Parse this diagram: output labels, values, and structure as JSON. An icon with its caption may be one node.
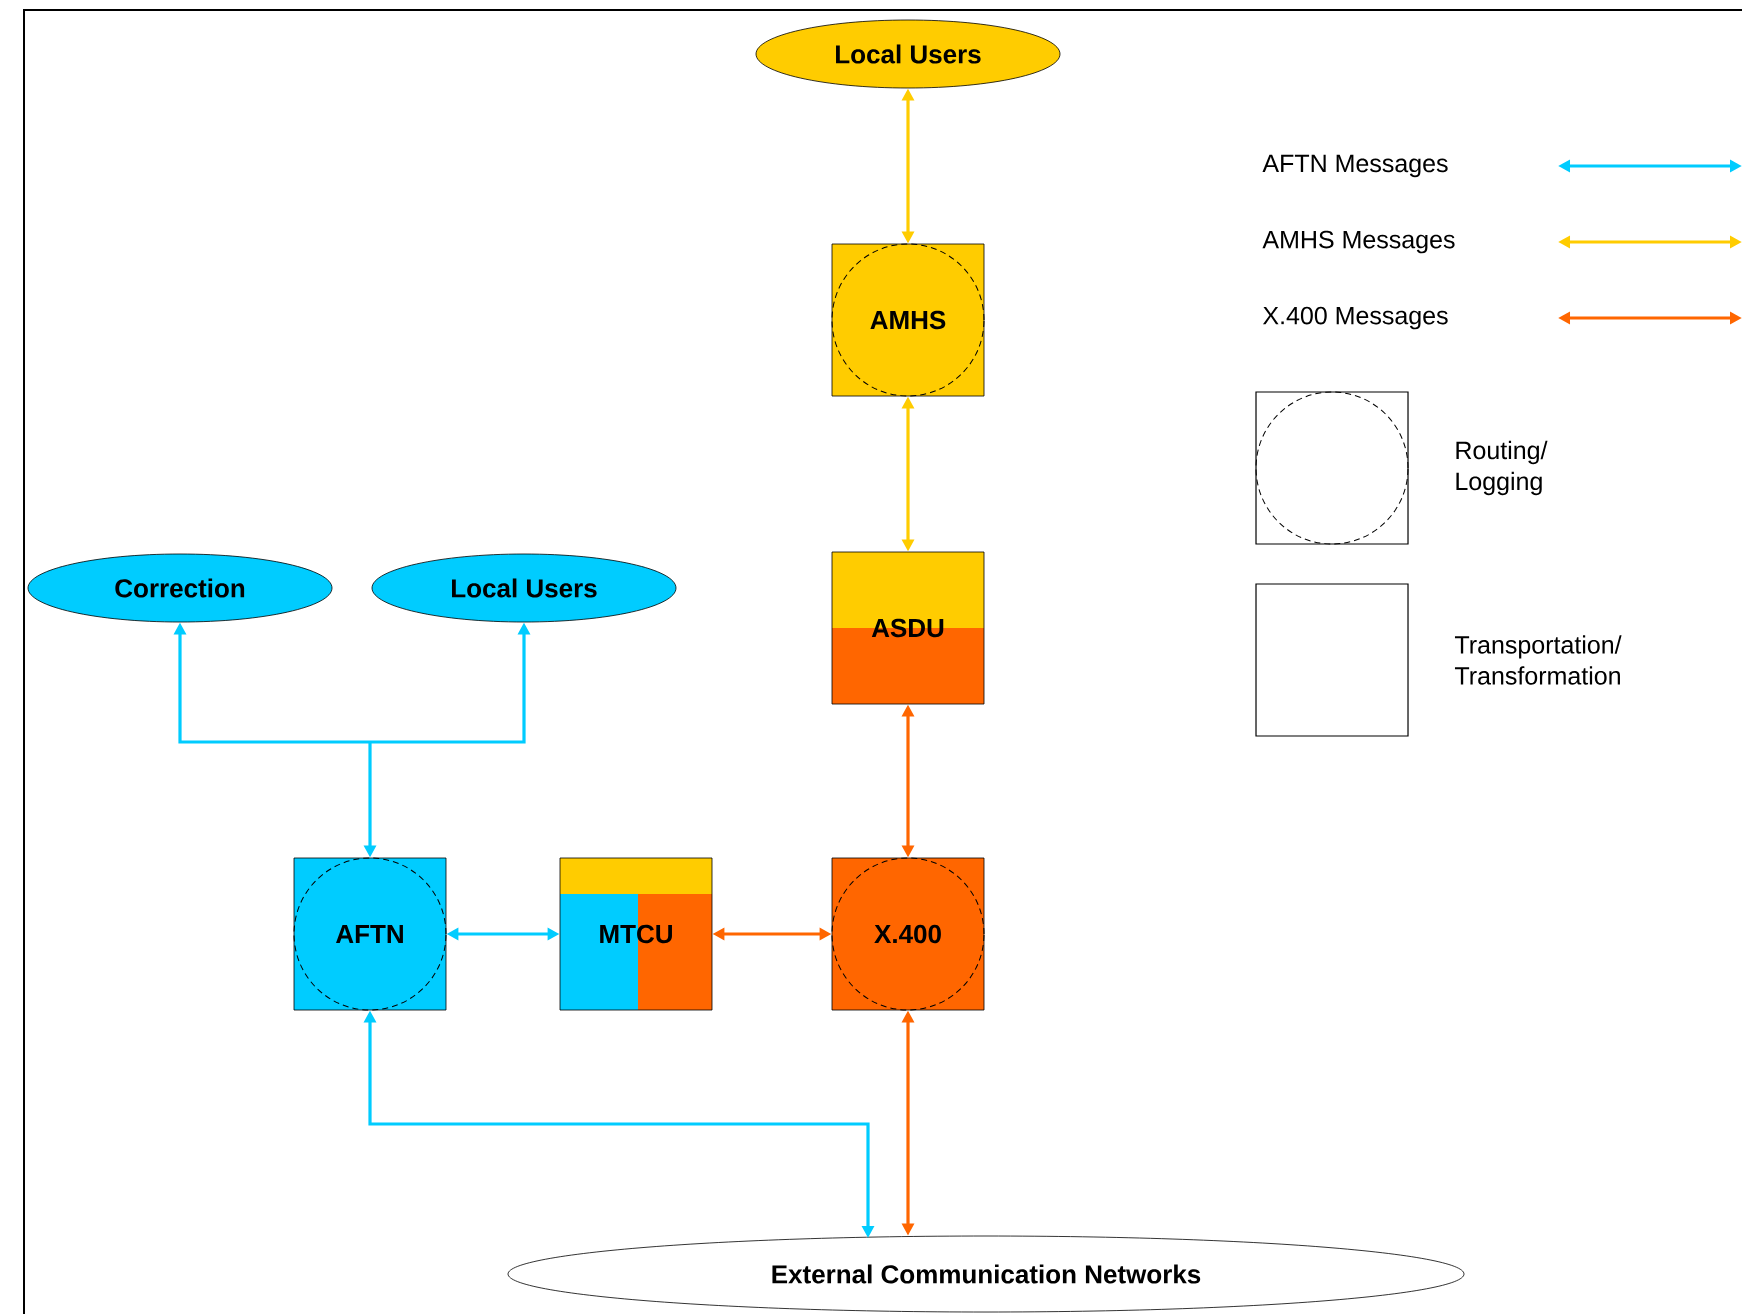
{
  "diagram": {
    "nodes": [
      {
        "text": [
          "Local Users"
        ]
      },
      {
        "text": [
          "AMHS"
        ]
      },
      {
        "text": [
          "ASDU"
        ]
      },
      {
        "text": [
          "Correction"
        ]
      },
      {
        "text": [
          "Local Users"
        ]
      },
      {
        "text": [
          "AFTN"
        ]
      },
      {
        "text": [
          "MTCU"
        ]
      },
      {
        "text": [
          "X.400"
        ]
      },
      {
        "text": [
          "External Communication Networks"
        ]
      }
    ],
    "edges": [
      {
        "from": 0,
        "to": 1,
        "arrow": "both",
        "color": "#ffcc00"
      },
      {
        "from": 1,
        "to": 2,
        "arrow": "both",
        "color": "#ffcc00"
      },
      {
        "from": 2,
        "to": 7,
        "arrow": "both",
        "color": "#ff6600"
      },
      {
        "from": 5,
        "to": 3,
        "arrow": "both",
        "color": "#00ccff"
      },
      {
        "from": 5,
        "to": 4,
        "arrow": "both",
        "color": "#00ccff"
      },
      {
        "from": 5,
        "to": 6,
        "arrow": "both",
        "color": "#00ccff"
      },
      {
        "from": 6,
        "to": 7,
        "arrow": "both",
        "color": "#ff6600"
      },
      {
        "from": 5,
        "to": 8,
        "arrow": "both",
        "color": "#00ccff"
      },
      {
        "from": 7,
        "to": 8,
        "arrow": "both",
        "color": "#ff6600"
      }
    ],
    "legend": [
      {
        "text": "AFTN Messages",
        "color": "#00ccff"
      },
      {
        "text": "AMHS Messages",
        "color": "#ffcc00"
      },
      {
        "text": "X.400 Messages",
        "color": "#ff6600"
      },
      {
        "text": "Routing/ Logging"
      },
      {
        "text": "Transportation/ Transformation"
      }
    ]
  }
}
